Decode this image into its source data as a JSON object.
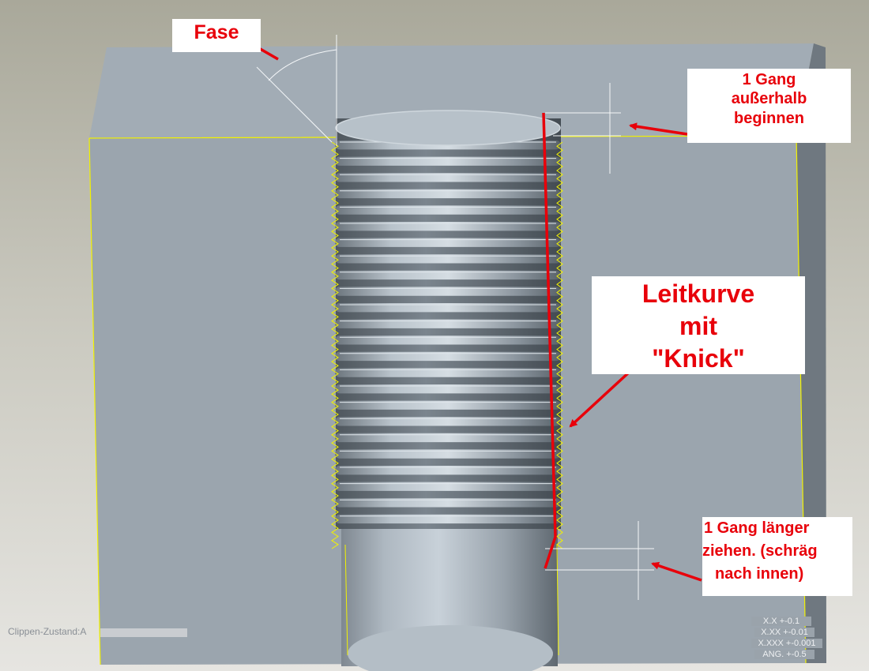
{
  "callouts": {
    "fase": "Fase",
    "gang_outside": [
      "1 Gang",
      "außerhalb",
      "beginnen"
    ],
    "leitkurve": [
      "Leitkurve",
      "mit",
      "\"Knick\""
    ],
    "gang_longer": [
      "1 Gang länger",
      "ziehen. (schräg",
      "nach innen)"
    ]
  },
  "status": {
    "clip_state_label": "Clippen-Zustand:A"
  },
  "tolerances": [
    "X.X +-0.1",
    "X.XX +-0.01",
    "X.XXX +-0.001",
    "ANG. +-0.5"
  ],
  "colors": {
    "background_top": "#a9a89a",
    "background_bottom": "#e2e1dc",
    "part_face": "#9ba5ae",
    "part_top": "#a1abb4",
    "part_side": "#6f7880",
    "annotation_red": "#e8000a",
    "edge_highlight": "#f2f200"
  }
}
